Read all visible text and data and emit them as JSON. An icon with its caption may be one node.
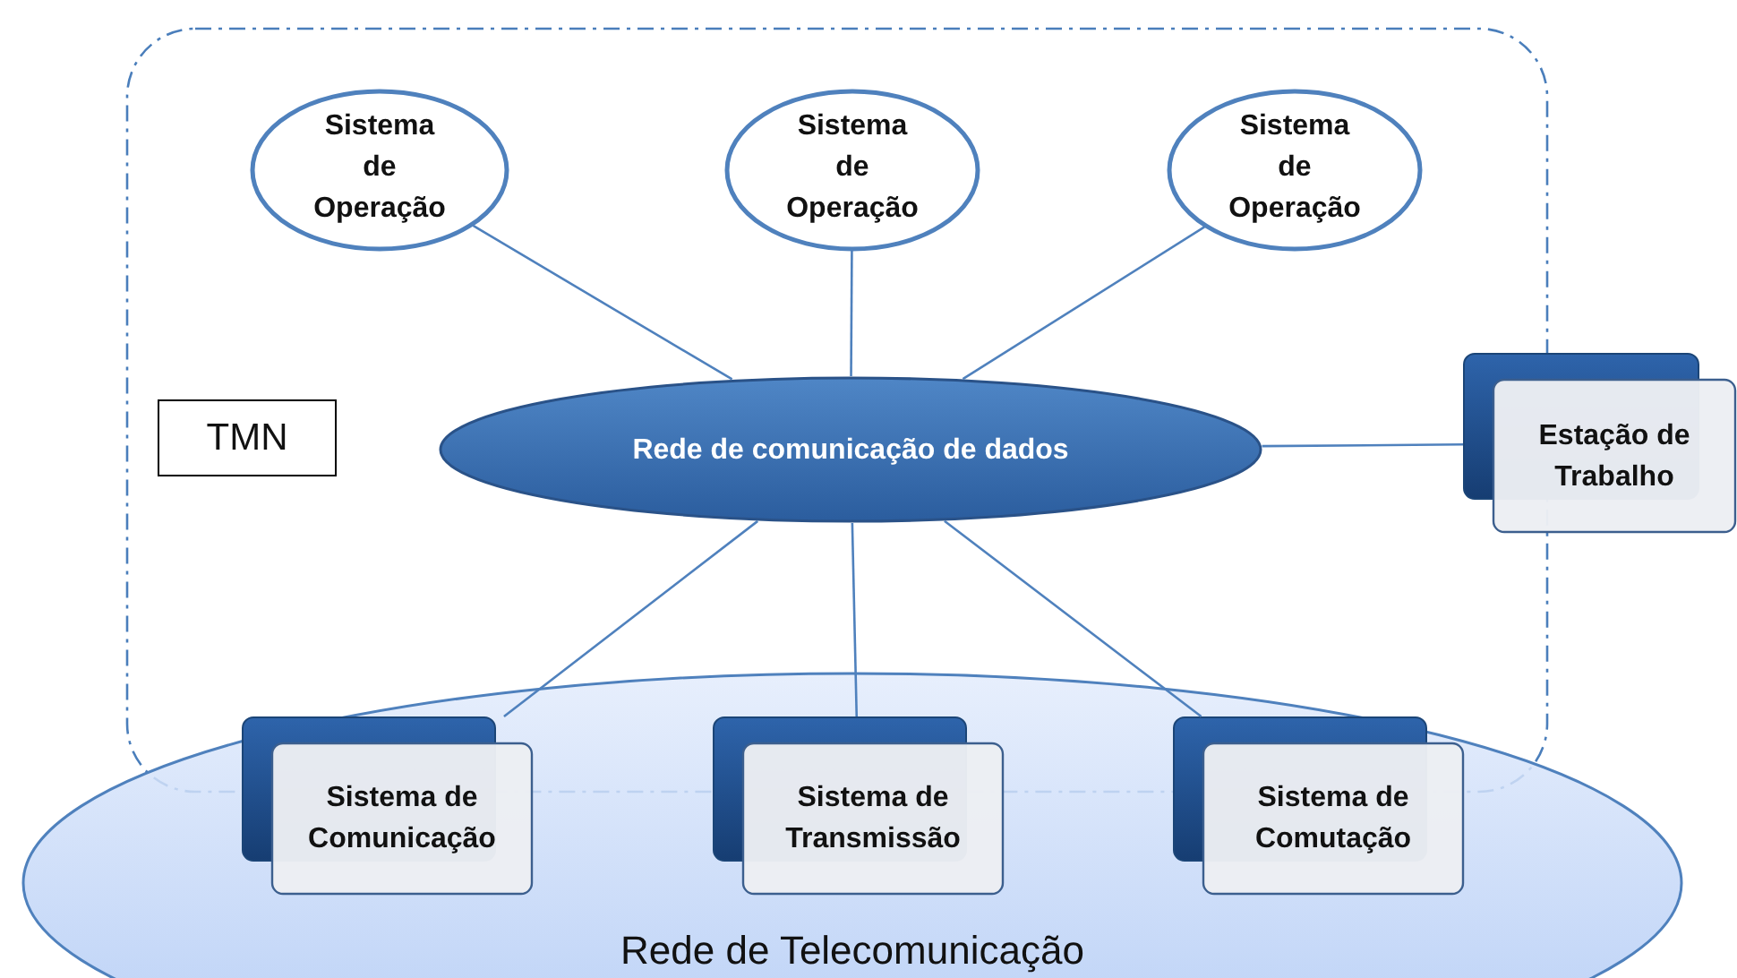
{
  "diagram": {
    "nodes": [
      {
        "text": [
          "TMN"
        ]
      },
      {
        "text": [
          "Sistema de Operação"
        ],
        "in": 0
      },
      {
        "text": [
          "Sistema de Operação"
        ],
        "in": 0
      },
      {
        "text": [
          "Sistema de Operação"
        ],
        "in": 0
      },
      {
        "text": [
          "Rede de comunicação de dados"
        ],
        "in": 0
      },
      {
        "text": [
          "Estação de Trabalho"
        ]
      },
      {
        "text": [
          "Rede de Telecomunicação"
        ]
      },
      {
        "text": [
          "Sistema de Comunicação"
        ],
        "in": 6
      },
      {
        "text": [
          "Sistema de Transmissão"
        ],
        "in": 6
      },
      {
        "text": [
          "Sistema de Comutação"
        ],
        "in": 6
      }
    ],
    "edges": [
      {
        "from": 1,
        "to": 4,
        "arrow": "none"
      },
      {
        "from": 2,
        "to": 4,
        "arrow": "none"
      },
      {
        "from": 3,
        "to": 4,
        "arrow": "none"
      },
      {
        "from": 4,
        "to": 5,
        "arrow": "none"
      },
      {
        "from": 4,
        "to": 7,
        "arrow": "none"
      },
      {
        "from": 4,
        "to": 8,
        "arrow": "none"
      },
      {
        "from": 4,
        "to": 9,
        "arrow": "none"
      }
    ]
  }
}
